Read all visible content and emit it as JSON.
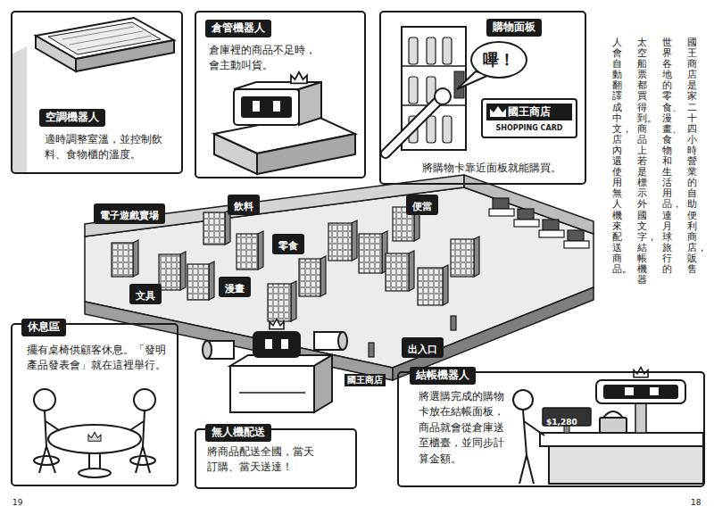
{
  "diagram": {
    "nodes": [
      {
        "text": [
          "空調機器人",
          "適時調整室溫，並控制飲料、食物櫃的溫度。"
        ]
      },
      {
        "text": [
          "倉管機器人",
          "倉庫裡的商品不足時，會主動叫貨。"
        ]
      },
      {
        "text": [
          "購物面板",
          "將購物卡靠近面板就能購買。"
        ]
      },
      {
        "text": [
          "嗶！"
        ],
        "in": 2
      },
      {
        "text": [
          "國王商店",
          "SHOPPING CARD"
        ],
        "in": 2
      },
      {
        "text": [
          "電子遊戲賣場"
        ]
      },
      {
        "text": [
          "飲料"
        ]
      },
      {
        "text": [
          "便當"
        ]
      },
      {
        "text": [
          "零食"
        ]
      },
      {
        "text": [
          "文具"
        ]
      },
      {
        "text": [
          "漫畫"
        ]
      },
      {
        "text": [
          "休息區",
          "擺有桌椅供顧客休息。「發明產品發表會」就在這裡舉行。"
        ]
      },
      {
        "text": [
          "出入口"
        ]
      },
      {
        "text": [
          "結帳機器人",
          "將選購完成的購物卡放在結帳面板，商品就會從倉庫送至櫃臺，並同步計算金額。"
        ]
      },
      {
        "text": [
          "無人機配送",
          "將商品配送全國，當天訂購、當天送達！"
        ]
      }
    ],
    "labels": [
      "國王商店是家二十四小時營業的自助便利商店，販售",
      "世界各地的零食、漫畫、食物和生活用品，連月球旅行的",
      "太空船票都買得到。商品上若是標示外國文字，結帳機器",
      "人會自動翻譯成中文，店內還使用無人機來配送商品。",
      "$1,280",
      "國王商店",
      "19",
      "18"
    ]
  }
}
